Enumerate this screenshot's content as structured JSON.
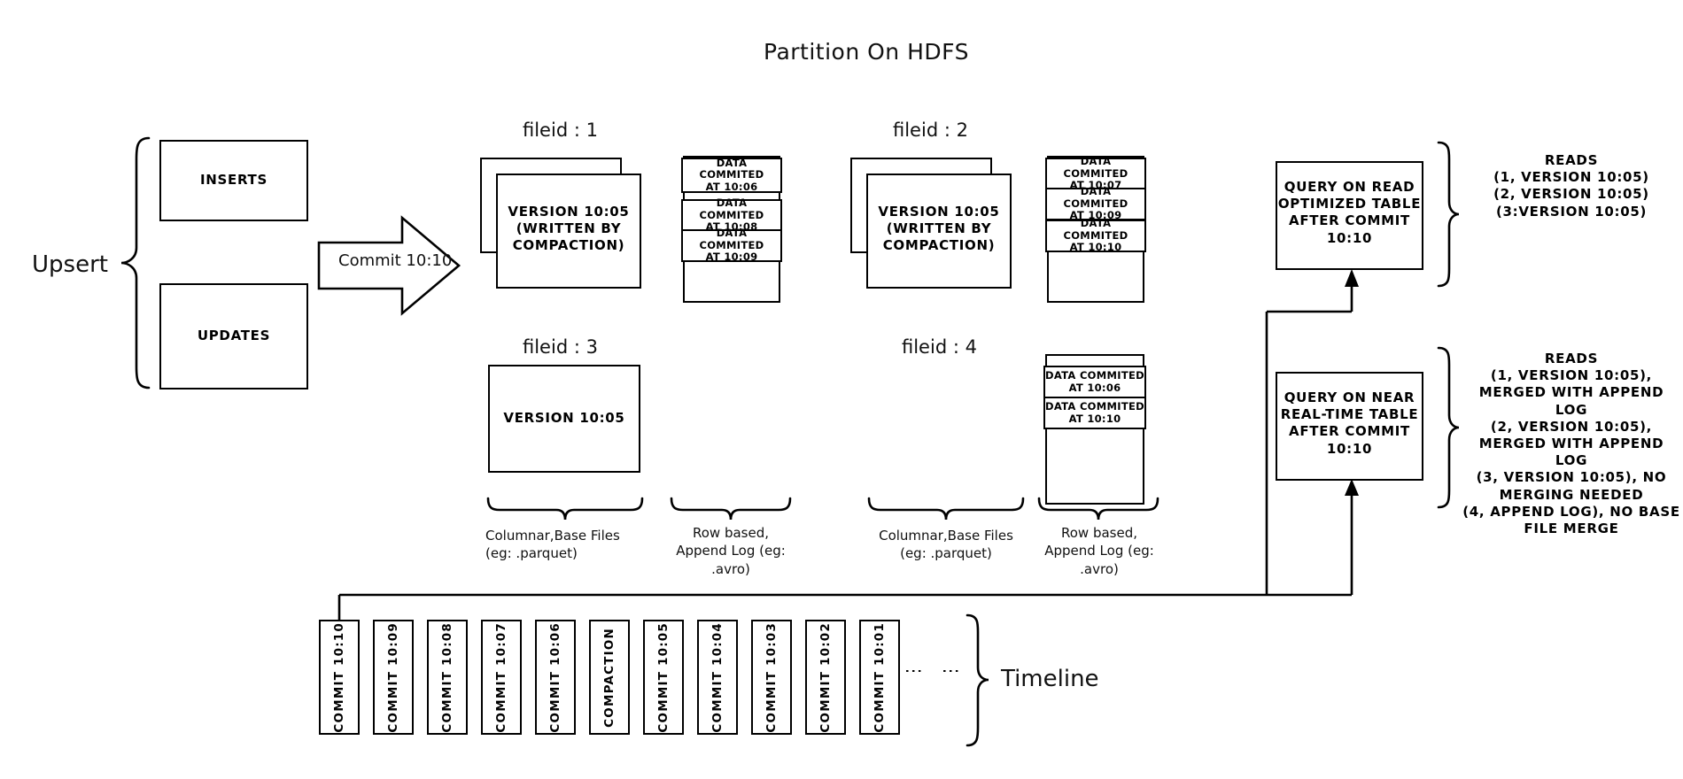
{
  "title": "Partition On HDFS",
  "upsert": {
    "label": "Upsert",
    "inserts_label": "INSERTS",
    "updates_label": "UPDATES"
  },
  "commit_arrow": {
    "label": "Commit 10:10"
  },
  "file_groups": [
    {
      "id": "fileid-1",
      "heading": "fileid : 1",
      "base_file_text": "VERSION 10:05\n(WRITTEN BY\nCOMPACTION)",
      "base_file_lines": [
        "VERSION 10:05",
        "(WRITTEN BY",
        "COMPACTION)"
      ],
      "stacked": true,
      "log_entries": [
        {
          "line1": "DATA COMMITED",
          "line2": "AT 10:06"
        },
        {
          "line1": "DATA COMMITED",
          "line2": "AT 10:08"
        },
        {
          "line1": "DATA COMMITED",
          "line2": "AT 10:09"
        }
      ]
    },
    {
      "id": "fileid-2",
      "heading": "fileid : 2",
      "base_file_lines": [
        "VERSION 10:05",
        "(WRITTEN BY",
        "COMPACTION)"
      ],
      "stacked": true,
      "log_entries": [
        {
          "line1": "DATA COMMITED",
          "line2": "AT 10:07"
        },
        {
          "line1": "DATA COMMITED",
          "line2": "AT 10:09"
        },
        {
          "line1": "DATA COMMITED",
          "line2": "AT 10:10"
        }
      ]
    },
    {
      "id": "fileid-3",
      "heading": "fileid : 3",
      "base_file_lines": [
        "VERSION 10:05"
      ],
      "stacked": false,
      "log_entries": []
    },
    {
      "id": "fileid-4",
      "heading": "fileid : 4",
      "base_file_lines": [],
      "stacked": false,
      "log_entries": [
        {
          "line1": "DATA COMMITED",
          "line2": "AT 10:06"
        },
        {
          "line1": "DATA COMMITED",
          "line2": "AT 10:10"
        }
      ]
    }
  ],
  "captions": {
    "columnar": [
      "Columnar,Base Files",
      "(eg: .parquet)"
    ],
    "rowlog": [
      "Row based,",
      "Append Log  (eg:",
      ".avro)"
    ]
  },
  "queries": [
    {
      "id": "read-optimized",
      "lines": [
        "QUERY ON READ",
        "OPTIMIZED TABLE",
        "AFTER COMMIT",
        "10:10"
      ],
      "reads": [
        "READS",
        "(1, VERSION 10:05)",
        "(2, VERSION 10:05)",
        "(3:VERSION 10:05)"
      ]
    },
    {
      "id": "near-real-time",
      "lines": [
        "QUERY ON NEAR",
        "REAL-TIME TABLE",
        "AFTER COMMIT",
        "10:10"
      ],
      "reads": [
        "READS",
        "(1, VERSION 10:05),",
        "MERGED WITH APPEND LOG",
        "(2, VERSION 10:05),",
        "MERGED WITH APPEND LOG",
        "(3, VERSION 10:05), NO",
        "MERGING NEEDED",
        "(4, APPEND LOG), NO BASE",
        "FILE MERGE"
      ]
    }
  ],
  "timeline": {
    "label": "Timeline",
    "items": [
      "COMMIT  10:10",
      "COMMIT  10:09",
      "COMMIT  10:08",
      "COMMIT  10:07",
      "COMMIT  10:06",
      "COMPACTION",
      "COMMIT  10:05",
      "COMMIT  10:04",
      "COMMIT  10:03",
      "COMMIT  10:02",
      "COMMIT  10:01"
    ],
    "ellipsis": [
      "⋮",
      "⋮"
    ]
  },
  "colors": {
    "ink": "#000000",
    "paper": "#ffffff"
  }
}
